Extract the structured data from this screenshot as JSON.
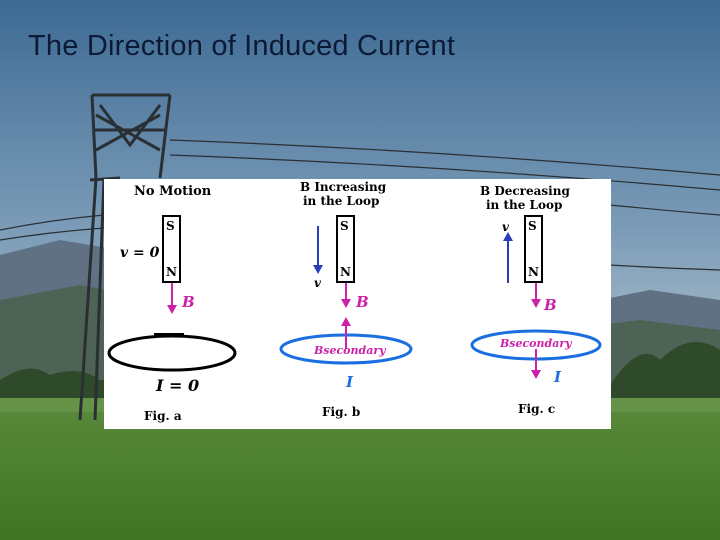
{
  "slide": {
    "title": "The Direction of Induced Current"
  },
  "figure": {
    "panel_a": {
      "header": "No Motion",
      "velocity": "v = 0",
      "magnet_top": "S",
      "magnet_bottom": "N",
      "field": "B",
      "current": "I = 0",
      "caption": "Fig. a"
    },
    "panel_b": {
      "header_line1": "B Increasing",
      "header_line2": "in the Loop",
      "velocity": "v",
      "magnet_top": "S",
      "magnet_bottom": "N",
      "field": "B",
      "secondary_field": "Bsecondary",
      "current": "I",
      "caption": "Fig. b"
    },
    "panel_c": {
      "header_line1": "B  Decreasing",
      "header_line2": "in the Loop",
      "velocity": "v",
      "magnet_top": "S",
      "magnet_bottom": "N",
      "field": "B",
      "secondary_field": "Bsecondary",
      "current": "I",
      "caption": "Fig. c"
    }
  },
  "colors": {
    "field_arrow": "#cc22aa",
    "loop_blue": "#1a6fe0",
    "velocity_arrow": "#2a3fb5",
    "title": "#0c1a36"
  }
}
